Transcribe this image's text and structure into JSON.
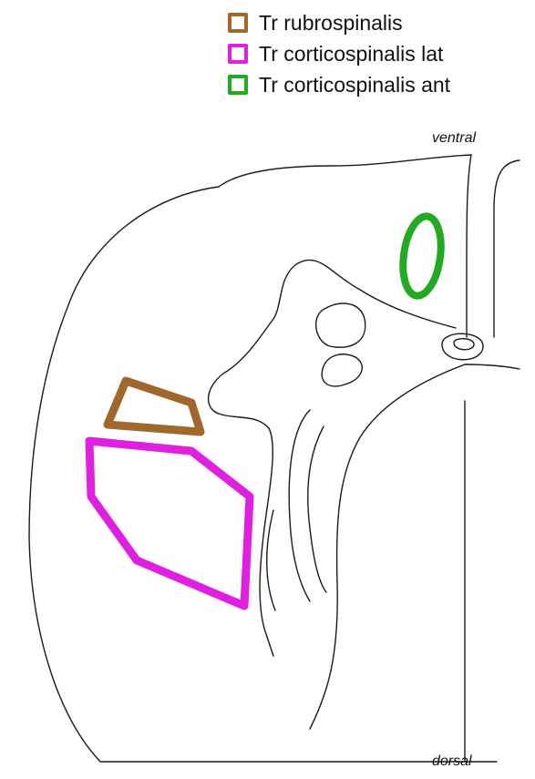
{
  "legend": {
    "items": [
      {
        "label": "Tr rubrospinalis",
        "color": "#a0682a"
      },
      {
        "label": "Tr corticospinalis lat",
        "color": "#e020e0"
      },
      {
        "label": "Tr corticospinalis ant",
        "color": "#22aa22"
      }
    ]
  },
  "orientation": {
    "ventral": "ventral",
    "dorsal": "dorsal"
  },
  "colors": {
    "outline": "#1a1a1a",
    "background": "#ffffff"
  }
}
